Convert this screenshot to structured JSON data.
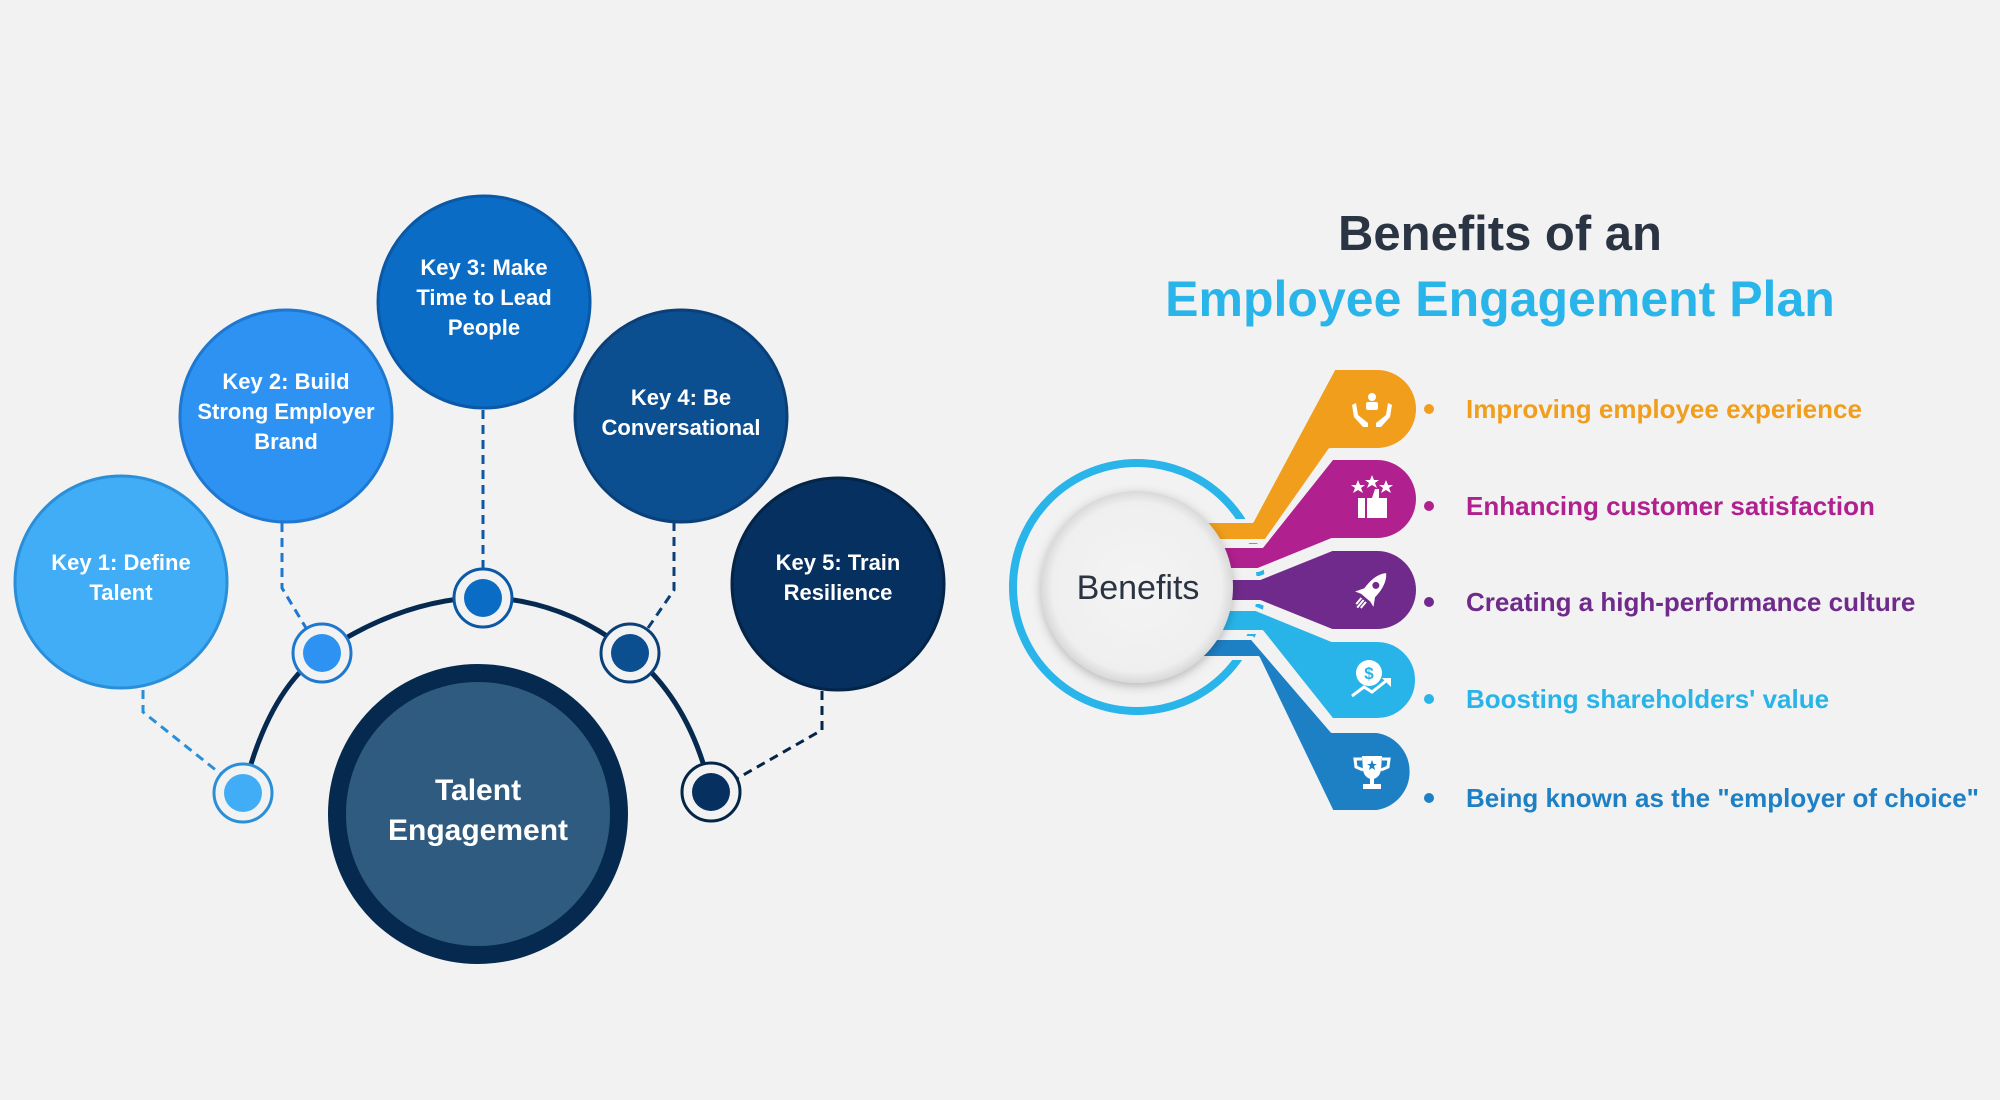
{
  "left_diagram": {
    "core": {
      "line1": "Talent",
      "line2": "Engagement"
    },
    "keys": [
      {
        "lines": [
          "Key 1: Define",
          "Talent"
        ],
        "color": "#42adf7"
      },
      {
        "lines": [
          "Key 2: Build",
          "Strong Employer",
          "Brand"
        ],
        "color": "#2e92f3"
      },
      {
        "lines": [
          "Key 3: Make",
          "Time to Lead",
          "People"
        ],
        "color": "#0a6cc4"
      },
      {
        "lines": [
          "Key 4: Be",
          "Conversational"
        ],
        "color": "#0b4f91"
      },
      {
        "lines": [
          "Key 5: Train",
          "Resilience"
        ],
        "color": "#06305f"
      }
    ]
  },
  "right_diagram": {
    "title_line1": "Benefits of an",
    "title_line2": "Employee Engagement Plan",
    "hub_label": "Benefits",
    "benefits": [
      {
        "label": "Improving employee experience",
        "icon": "hands-person-icon",
        "color": "#f09e1c"
      },
      {
        "label": "Enhancing customer satisfaction",
        "icon": "thumbs-up-stars-icon",
        "color": "#b0208e"
      },
      {
        "label": "Creating a high-performance culture",
        "icon": "rocket-icon",
        "color": "#6f2a8b"
      },
      {
        "label": "Boosting shareholders' value",
        "icon": "dollar-growth-icon",
        "color": "#28b4e9"
      },
      {
        "label": "Being known as the \"employer of choice\"",
        "icon": "trophy-icon",
        "color": "#1e80c4"
      }
    ]
  }
}
